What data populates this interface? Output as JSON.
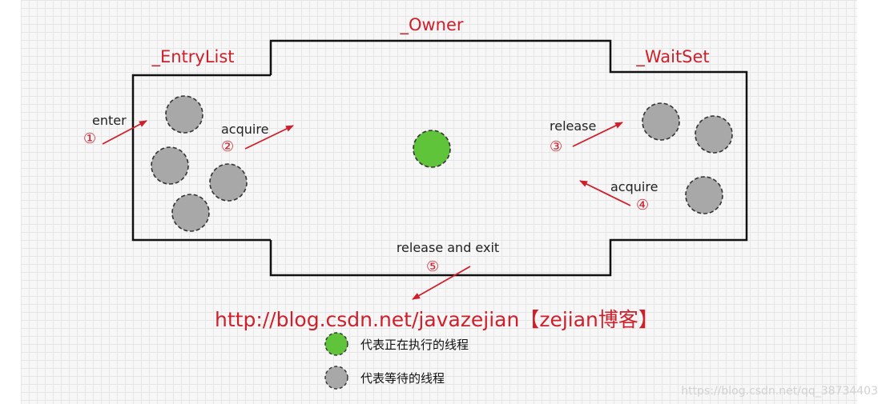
{
  "diagram": {
    "regions": {
      "entry_list": "_EntryList",
      "owner": "_Owner",
      "wait_set": "_WaitSet"
    },
    "steps": [
      {
        "label": "enter",
        "number": "①"
      },
      {
        "label": "acquire",
        "number": "②"
      },
      {
        "label": "release",
        "number": "③"
      },
      {
        "label": "acquire",
        "number": "④"
      },
      {
        "label": "release and exit",
        "number": "⑤"
      }
    ],
    "url_text": "http://blog.csdn.net/javazejian【zejian博客】",
    "legend": [
      {
        "label": "代表正在执行的线程",
        "color": "#5fc43a"
      },
      {
        "label": "代表等待的线程",
        "color": "#a8a8a8"
      }
    ],
    "watermark": "https://blog.csdn.net/qq_38734403",
    "colors": {
      "accent": "#cf1f2b",
      "active_thread": "#5fc43a",
      "waiting_thread": "#a8a8a8",
      "border": "#111111"
    }
  }
}
